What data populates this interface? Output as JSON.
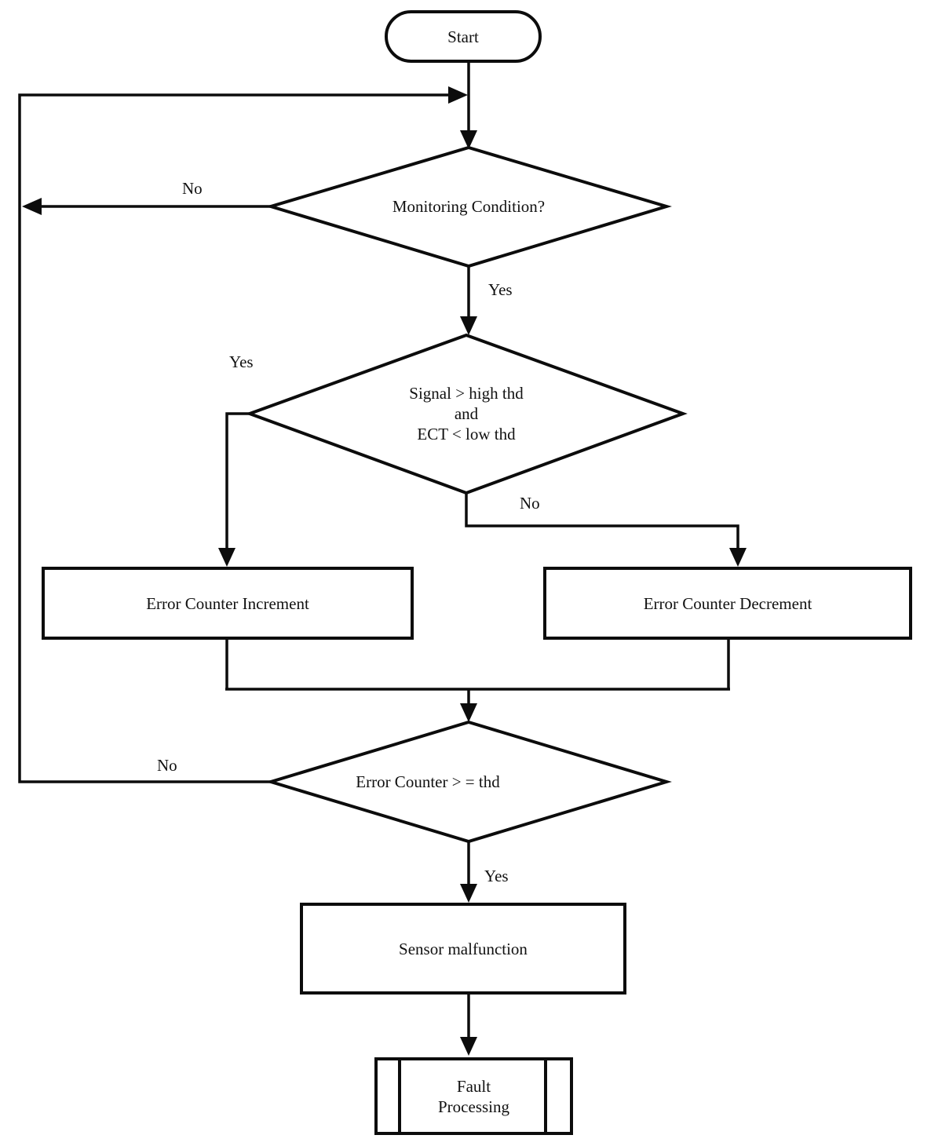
{
  "diagram": {
    "title_hint": "Sensor malfunction monitoring flowchart",
    "colors": {
      "line": "#0c0c0c",
      "background": "#ffffff",
      "text": "#111111"
    },
    "nodes": {
      "start": {
        "type": "terminator",
        "label": "Start"
      },
      "monitoring": {
        "type": "decision",
        "label": "Monitoring Condition?"
      },
      "signal_check": {
        "type": "decision",
        "lines": [
          "Signal > high thd",
          "and",
          "ECT < low thd"
        ]
      },
      "increment": {
        "type": "process",
        "label": "Error Counter Increment"
      },
      "decrement": {
        "type": "process",
        "label": "Error Counter Decrement"
      },
      "threshold": {
        "type": "decision",
        "label": "Error Counter > = thd"
      },
      "malfunction": {
        "type": "process",
        "label": "Sensor malfunction"
      },
      "fault": {
        "type": "predefined-process",
        "lines": [
          "Fault",
          "Processing"
        ]
      }
    },
    "edge_labels": {
      "monitoring_no": "No",
      "monitoring_yes": "Yes",
      "signal_yes": "Yes",
      "signal_no": "No",
      "threshold_no": "No",
      "threshold_yes": "Yes"
    }
  }
}
